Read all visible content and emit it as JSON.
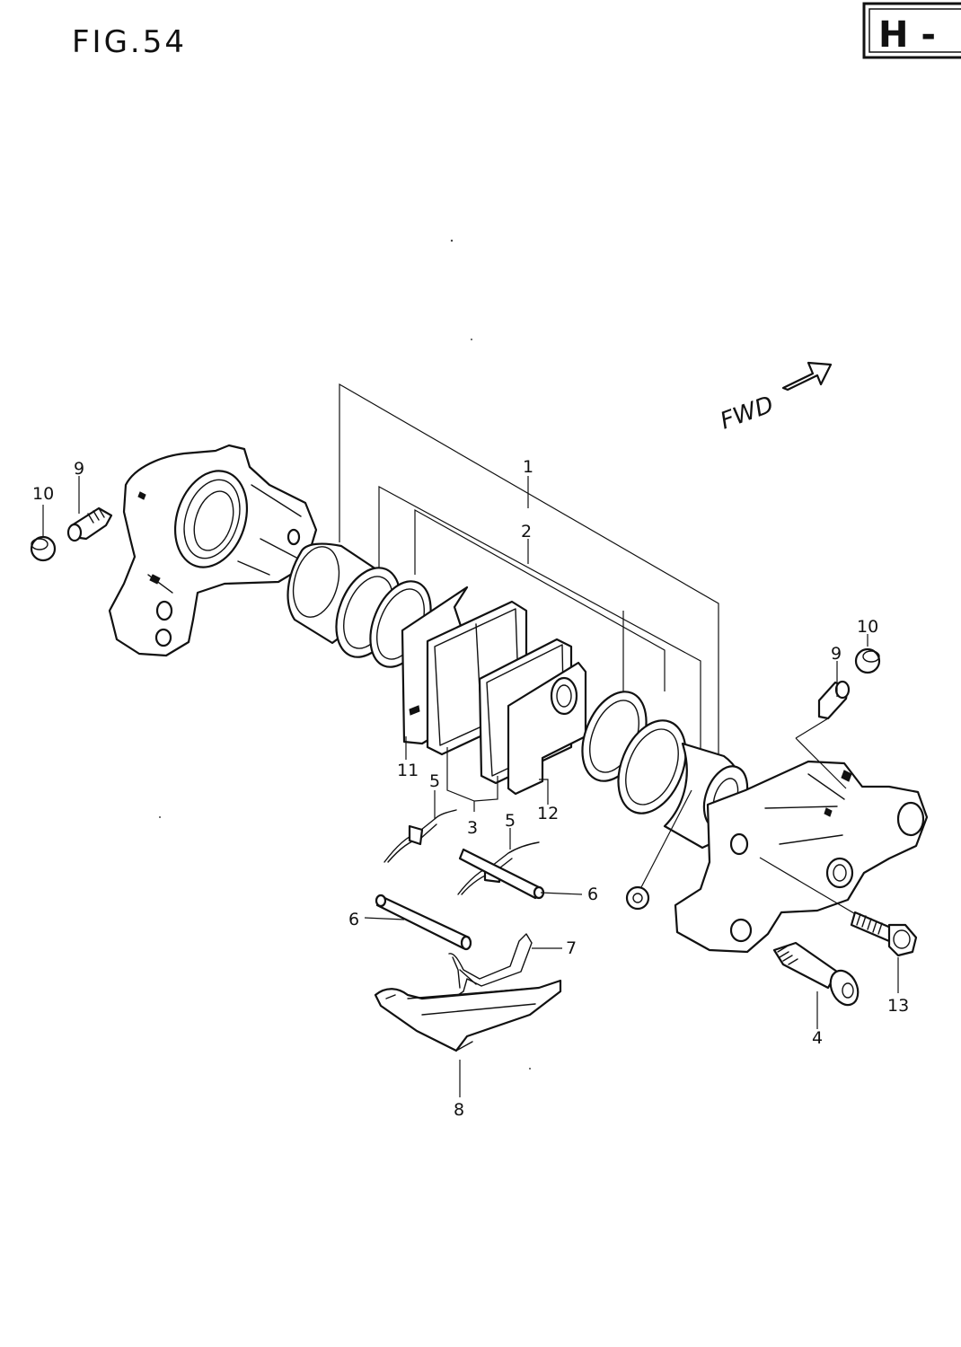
{
  "figure": {
    "title": "FIG.54",
    "section_badge": "H -"
  },
  "direction_indicator": {
    "label": "FWD"
  },
  "callouts": [
    {
      "id": "label-1",
      "text": "1"
    },
    {
      "id": "label-2",
      "text": "2"
    },
    {
      "id": "label-3",
      "text": "3"
    },
    {
      "id": "label-4",
      "text": "4"
    },
    {
      "id": "label-5a",
      "text": "5"
    },
    {
      "id": "label-5b",
      "text": "5"
    },
    {
      "id": "label-6a",
      "text": "6"
    },
    {
      "id": "label-6b",
      "text": "6"
    },
    {
      "id": "label-7",
      "text": "7"
    },
    {
      "id": "label-8",
      "text": "8"
    },
    {
      "id": "label-9a",
      "text": "9"
    },
    {
      "id": "label-9b",
      "text": "9"
    },
    {
      "id": "label-10a",
      "text": "10"
    },
    {
      "id": "label-10b",
      "text": "10"
    },
    {
      "id": "label-11",
      "text": "11"
    },
    {
      "id": "label-12",
      "text": "12"
    },
    {
      "id": "label-13",
      "text": "13"
    }
  ]
}
